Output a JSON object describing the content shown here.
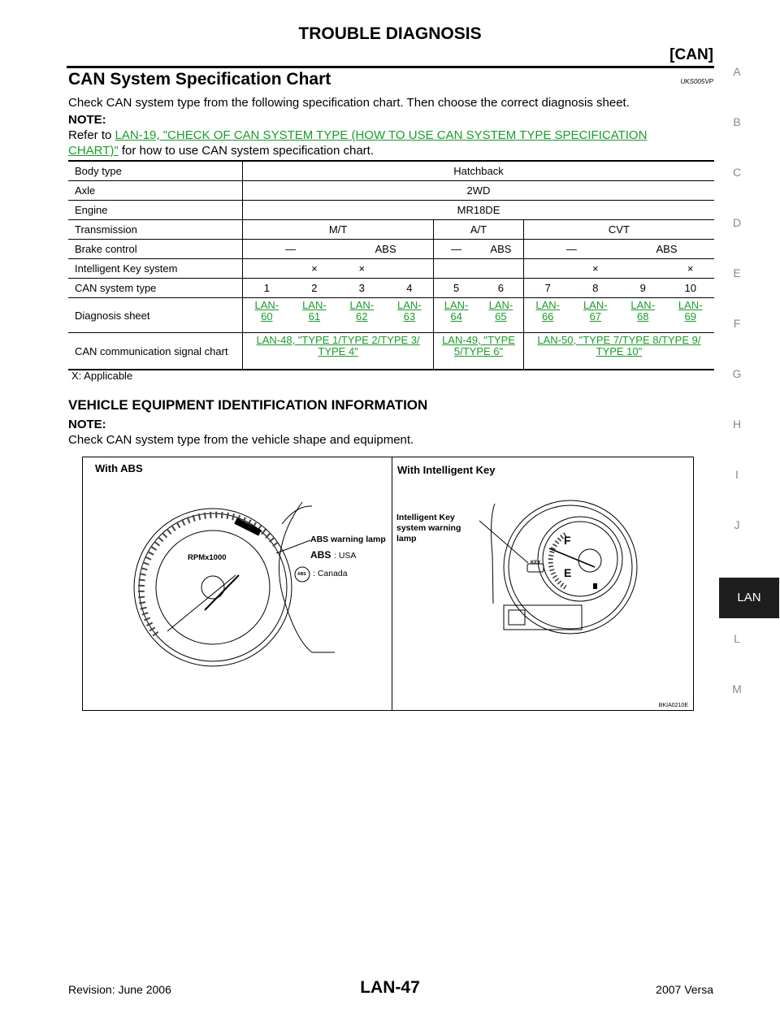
{
  "header": {
    "title": "TROUBLE DIAGNOSIS",
    "subtitle": "[CAN]"
  },
  "section": {
    "title": "CAN System Specification Chart",
    "code": "UKS005VP"
  },
  "intro": "Check CAN system type from the following specification chart. Then choose the correct diagnosis sheet.",
  "note1": {
    "label": "NOTE:",
    "prefix": "Refer to ",
    "link_line1": "LAN-19, \"CHECK OF CAN SYSTEM TYPE (HOW TO USE CAN SYSTEM TYPE SPECIFICATION",
    "link_line2": "CHART)\"",
    "suffix": " for how to use CAN system specification chart."
  },
  "table": {
    "body_type": {
      "label": "Body type",
      "value": "Hatchback"
    },
    "axle": {
      "label": "Axle",
      "value": "2WD"
    },
    "engine": {
      "label": "Engine",
      "value": "MR18DE"
    },
    "transmission": {
      "label": "Transmission",
      "values": [
        "M/T",
        "A/T",
        "CVT"
      ]
    },
    "brake_control": {
      "label": "Brake control",
      "values": [
        "—",
        "ABS",
        "—",
        "ABS",
        "—",
        "ABS"
      ]
    },
    "intelligent_key": {
      "label": "Intelligent Key system",
      "values": [
        "",
        "×",
        "×",
        "",
        "",
        "",
        "",
        "×",
        "",
        "×"
      ]
    },
    "can_type": {
      "label": "CAN system type",
      "values": [
        "1",
        "2",
        "3",
        "4",
        "5",
        "6",
        "7",
        "8",
        "9",
        "10"
      ]
    },
    "diagnosis": {
      "label": "Diagnosis sheet",
      "values": [
        {
          "l1": "LAN-",
          "l2": "60"
        },
        {
          "l1": "LAN-",
          "l2": "61"
        },
        {
          "l1": "LAN-",
          "l2": "62"
        },
        {
          "l1": "LAN-",
          "l2": "63"
        },
        {
          "l1": "LAN-",
          "l2": "64"
        },
        {
          "l1": "LAN-",
          "l2": "65"
        },
        {
          "l1": "LAN-",
          "l2": "66"
        },
        {
          "l1": "LAN-",
          "l2": "67"
        },
        {
          "l1": "LAN-",
          "l2": "68"
        },
        {
          "l1": "LAN-",
          "l2": "69"
        }
      ]
    },
    "signal_chart": {
      "label": "CAN communication signal chart",
      "values": [
        {
          "l1": "LAN-48, \"TYPE 1/TYPE 2/TYPE 3/",
          "l2": "TYPE 4\""
        },
        {
          "l1": "LAN-49, \"TYPE",
          "l2": "5/TYPE 6\""
        },
        {
          "l1": "LAN-50, \"TYPE 7/TYPE 8/TYPE 9/",
          "l2": "TYPE 10\""
        }
      ]
    }
  },
  "legend": "X: Applicable",
  "subsection": {
    "title": "VEHICLE EQUIPMENT IDENTIFICATION INFORMATION"
  },
  "note2": {
    "label": "NOTE:",
    "text": "Check CAN system type from the vehicle shape and equipment."
  },
  "figure": {
    "left_title": "With ABS",
    "right_title": "With Intelligent Key",
    "rpm_label": "RPMx1000",
    "abs_callout": "ABS warning lamp",
    "abs_text": "ABS",
    "usa": ": USA",
    "canada": ": Canada",
    "abs_icon": "ABS",
    "key_callout": [
      "Intelligent Key",
      "system warning",
      "lamp"
    ],
    "key_icon": "KEY",
    "fuel_f": "F",
    "fuel_e": "E",
    "code": "BKIA0210E"
  },
  "sidebar": {
    "letters": [
      "A",
      "B",
      "C",
      "D",
      "E",
      "F",
      "G",
      "H",
      "I",
      "J"
    ],
    "active": "LAN",
    "after": [
      "L",
      "M"
    ]
  },
  "footer": {
    "left": "Revision: June 2006",
    "center": "LAN-47",
    "right": "2007 Versa"
  },
  "colors": {
    "link": "#1a9c2a",
    "sidebar_active_bg": "#1e1e1e",
    "sidebar_text": "#888888"
  }
}
